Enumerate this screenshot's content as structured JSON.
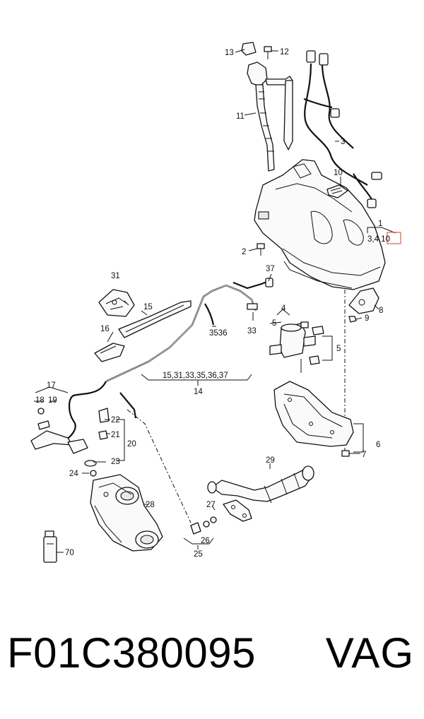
{
  "callouts": {
    "c1": "1",
    "c2": "2",
    "c3": "3",
    "c3_4_10": "3,4,10",
    "c4": "4",
    "c5a": "5",
    "c5b": "5",
    "c6": "6",
    "c7": "7",
    "c8": "8",
    "c9": "9",
    "c10": "10",
    "c11": "11",
    "c12": "12",
    "c13": "13",
    "c14": "14",
    "c15": "15",
    "c15_group": "15,31,33,35,36,37",
    "c16": "16",
    "c17": "17",
    "c18": "18",
    "c19": "19",
    "c20": "20",
    "c21": "21",
    "c22": "22",
    "c23": "23",
    "c24": "24",
    "c25": "25",
    "c26": "26",
    "c27": "27",
    "c28": "28",
    "c29": "29",
    "c31": "31",
    "c33": "33",
    "c35_36": "3536",
    "c37": "37",
    "c70": "70"
  },
  "footer": {
    "part_code": "F01C380095",
    "brand": "VAG"
  }
}
